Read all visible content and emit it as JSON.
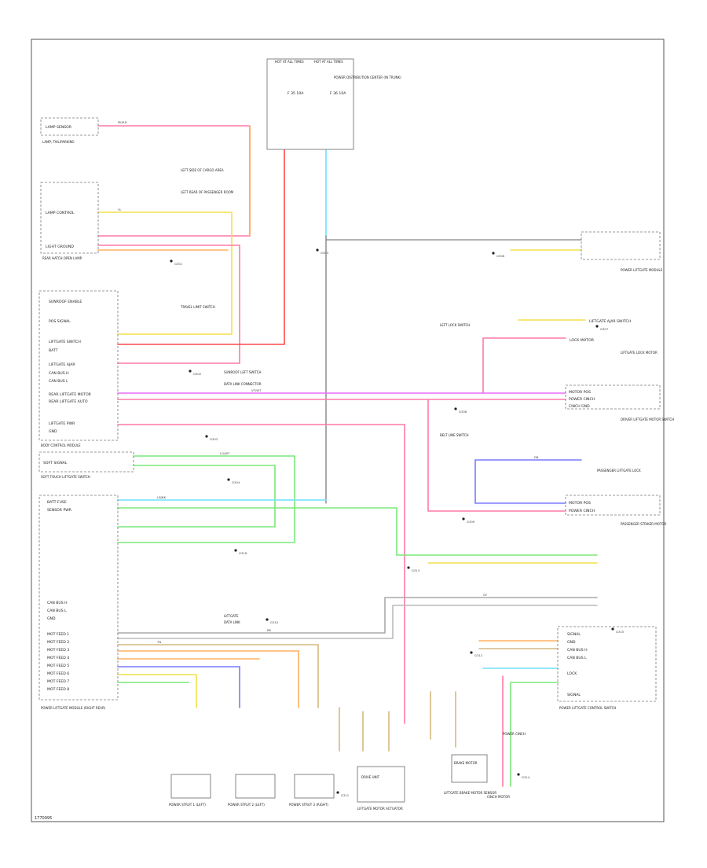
{
  "diagram": {
    "footer": "1770995",
    "modules": {
      "fuse_block": {
        "fuse_left_hdr": "HOT AT ALL TIMES",
        "fuse_right_hdr": "HOT AT ALL TIMES",
        "fuse_left": "F 35 10A",
        "fuse_right": "F 36 10A",
        "title": "POWER DISTRIBUTION CENTER (IN TRUNK)"
      },
      "parking_lamp": {
        "label": "LAMP SENSOR",
        "caption": "LAMP, TAIL/PARKING"
      },
      "liftgate_lamp": {
        "label": "LAMP CONTROL",
        "caption": "REAR HATCH OPEN LAMP",
        "labels": [
          "LIGHT GROUND"
        ],
        "ground_notes": [
          "LEFT SIDE OF CARGO AREA",
          "LEFT REAR OF PASSENGER ROOM"
        ]
      },
      "body_module": {
        "caption": "BODY CONTROL MODULE",
        "labels": [
          "SUNROOF ENABLE",
          "POS SIGNAL",
          "LIFTGATE SWITCH",
          "BATT",
          "LIFTGATE AJAR",
          "CAN BUS H",
          "CAN BUS L",
          "REAR LIFTGATE MOTOR",
          "REAR LIFTGATE AUTO",
          "LIFTGATE PWR",
          "GND"
        ],
        "notes": [
          "TRAVEL LIMIT SWITCH",
          "SUNROOF LEFT SWITCH",
          "DATA LINK CONNECTOR"
        ]
      },
      "rear_window": {
        "caption": "POWER LIFTGATE MODULE"
      },
      "lock_switch": {
        "label": "LIFTGATE AJAR SWITCH",
        "caption": "LEFT LOCK SWITCH"
      },
      "lock_motor": {
        "label": "LOCK MOTOR",
        "caption": "LIFTGATE LOCK MOTOR"
      },
      "driver_switch": {
        "caption": "DRIVER LIFTGATE MOTOR SWITCH",
        "labels": [
          "MOTOR POS",
          "POWER CINCH",
          "CINCH GND"
        ],
        "notes": [
          "BELT LINE SWITCH"
        ]
      },
      "passenger_switch": {
        "caption": "PASSENGER STRIKER MOTOR",
        "labels": [
          "MOTOR POS",
          "POWER CINCH"
        ],
        "notes": [
          "PASSENGER LIFTGATE LOCK"
        ]
      },
      "soft_signal": {
        "label": "SOFT SIGNAL",
        "caption": "SOFT TOUCH LIFTGATE SWITCH"
      },
      "liftgate_module": {
        "caption": "POWER LIFTGATE MODULE (RIGHT REAR)",
        "labels": [
          "BATT FUSE",
          "SENSOR PWR",
          "CAN BUS H",
          "CAN BUS L",
          "GND",
          "MOT FEED 1",
          "MOT FEED 2",
          "MOT FEED 3",
          "MOT FEED 4",
          "MOT FEED 5",
          "MOT FEED 6",
          "MOT FEED 7",
          "MOT FEED 8"
        ],
        "notes": [
          "LIFTGATE",
          "DATA LINK"
        ]
      },
      "pinch_sensor": {
        "caption": "POWER LIFTGATE CONTROL SWITCH",
        "labels": [
          "SIGNAL",
          "GND",
          "CAN BUS H",
          "CAN BUS L",
          "LOCK",
          "SIGNAL"
        ]
      },
      "struts": {
        "captions": [
          "POWER STRUT 1 (LEFT)",
          "POWER STRUT 2 (LEFT)",
          "POWER STRUT 3 (RIGHT)"
        ]
      },
      "actuator": {
        "label": "DRIVE UNIT",
        "caption": "LIFTGATE MOTOR ACTUATOR"
      },
      "sensor": {
        "label": "BRAKE MOTOR",
        "caption": "LIFTGATE BRAKE MOTOR SENSOR"
      },
      "motor_c": {
        "label": "POWER CINCH",
        "caption": "CINCH MOTOR"
      }
    },
    "grounds": [
      "G301",
      "G302",
      "G303",
      "G304",
      "G305",
      "G306",
      "G307",
      "G308",
      "G309",
      "G310",
      "G311",
      "G312",
      "G313",
      "G314",
      "G315",
      "G316"
    ],
    "wire_colors": {
      "PK": "#ff7aa8",
      "RD": "#ff4a4a",
      "OR": "#ffb060",
      "YL": "#f4e04a",
      "VT": "#e86cff",
      "LG": "#7ae87a",
      "LB": "#6fe0ff",
      "DB": "#7a7aff",
      "GY": "#9a9a9a",
      "TN": "#d6b882",
      "BK": "#333333"
    },
    "wire_codes": {
      "pink_red": "PK/RD",
      "yellow": "YL",
      "violet": "VT/WT",
      "green": "LG/WT",
      "blue": "LB/BK",
      "dark_blue": "DB",
      "gray": "GY",
      "tan": "TN",
      "black": "BK"
    }
  }
}
